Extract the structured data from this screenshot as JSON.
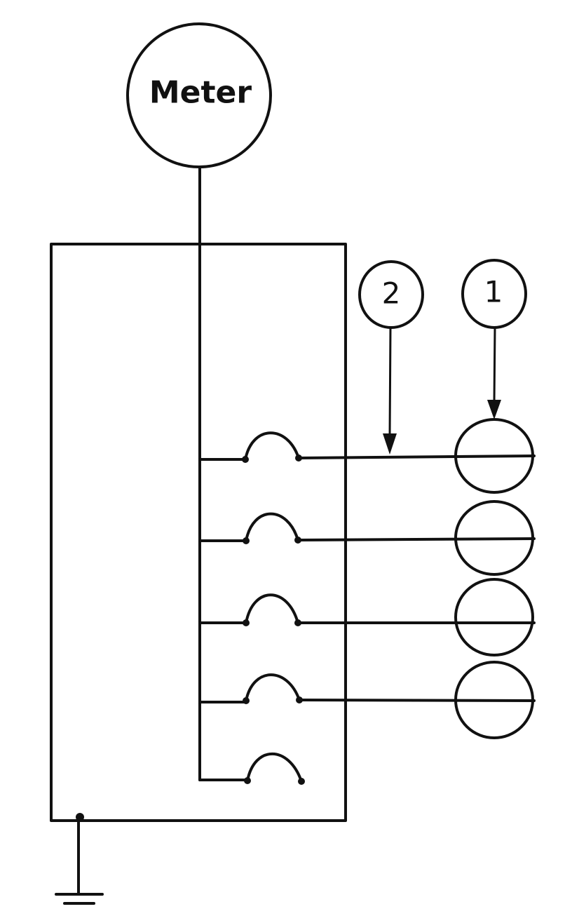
{
  "diagram": {
    "meter_label": "Meter",
    "callouts": [
      {
        "id": "callout-1",
        "label": "1"
      },
      {
        "id": "callout-2",
        "label": "2"
      }
    ],
    "circuit_count": 5,
    "loads_count": 4,
    "color": "#111111"
  }
}
